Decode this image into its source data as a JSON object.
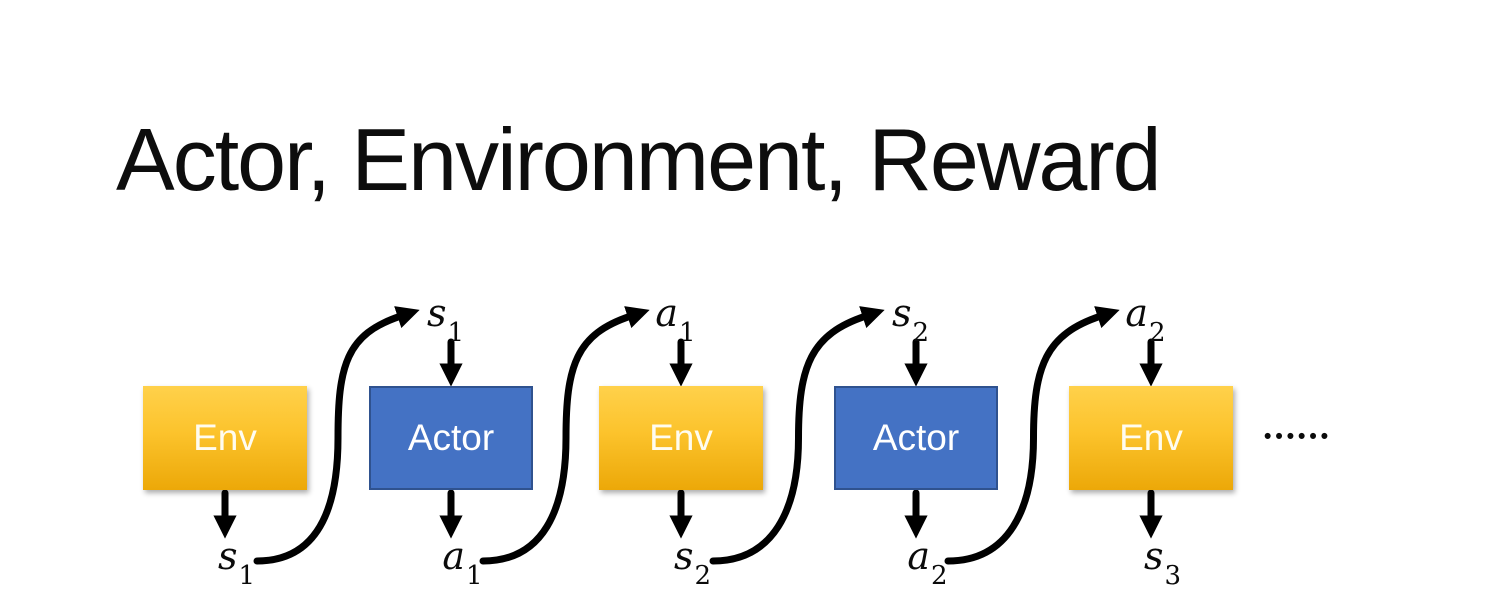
{
  "title": "Actor, Environment, Reward",
  "ellipsis": "••••••",
  "colors": {
    "background": "#FFFFFF",
    "env_gradient_top": "#FFD14B",
    "env_gradient_bottom": "#ECA808",
    "actor_fill": "#4472C4",
    "actor_border": "#2F528F",
    "box_text": "#FFFFFF",
    "arrow": "#000000",
    "title_text": "#0D0D0D"
  },
  "diagram": {
    "boxes": [
      {
        "label": "Env",
        "type": "env",
        "top_label": null,
        "bottom_label": {
          "base": "s",
          "sub": "1"
        }
      },
      {
        "label": "Actor",
        "type": "actor",
        "top_label": {
          "base": "s",
          "sub": "1"
        },
        "bottom_label": {
          "base": "a",
          "sub": "1"
        }
      },
      {
        "label": "Env",
        "type": "env",
        "top_label": {
          "base": "a",
          "sub": "1"
        },
        "bottom_label": {
          "base": "s",
          "sub": "2"
        }
      },
      {
        "label": "Actor",
        "type": "actor",
        "top_label": {
          "base": "s",
          "sub": "2"
        },
        "bottom_label": {
          "base": "a",
          "sub": "2"
        }
      },
      {
        "label": "Env",
        "type": "env",
        "top_label": {
          "base": "a",
          "sub": "2"
        },
        "bottom_label": {
          "base": "s",
          "sub": "3"
        }
      }
    ]
  }
}
